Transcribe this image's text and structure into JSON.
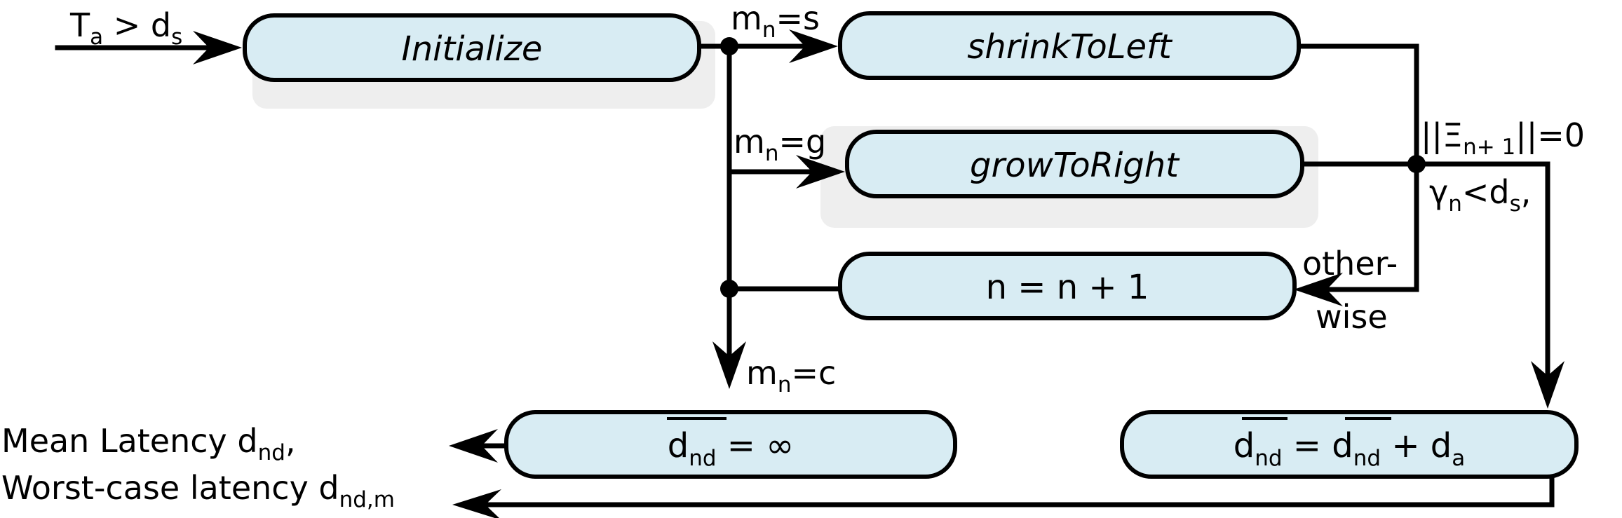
{
  "input_condition": {
    "T": "T",
    "T_sub": "a",
    "op": " > d",
    "d_sub": "s"
  },
  "states": {
    "initialize": "Initialize",
    "shrink": "shrinkToLeft",
    "grow": "growToRight",
    "increment": "n = n + 1"
  },
  "results": {
    "infinite": {
      "d": "d",
      "sub": "nd",
      "rest": " = ∞"
    },
    "accumulate": {
      "d1": "d",
      "sub1": "nd",
      "mid": " = ",
      "d2": "d",
      "sub2": "nd",
      "plus": " + d",
      "sub3": "a"
    }
  },
  "edges": {
    "ms": {
      "m": "m",
      "sub": "n",
      "rest": "=s"
    },
    "mg": {
      "m": "m",
      "sub": "n",
      "rest": "=g"
    },
    "mc": {
      "m": "m",
      "sub": "n",
      "rest": "=c"
    },
    "xi": {
      "pre": "||Ξ",
      "sub": "n+ 1",
      "post": "||=0"
    },
    "gamma": {
      "g": "γ",
      "sub": "n",
      "mid": "<d",
      "sub2": "s",
      "post": ","
    },
    "otherwise": {
      "line1": "other-",
      "line2": "wise"
    }
  },
  "outputs": {
    "mean": {
      "text": "Mean Latency d",
      "sub": "nd",
      "post": ","
    },
    "worst": {
      "text": "Worst-case latency d",
      "sub": "nd,m"
    }
  }
}
